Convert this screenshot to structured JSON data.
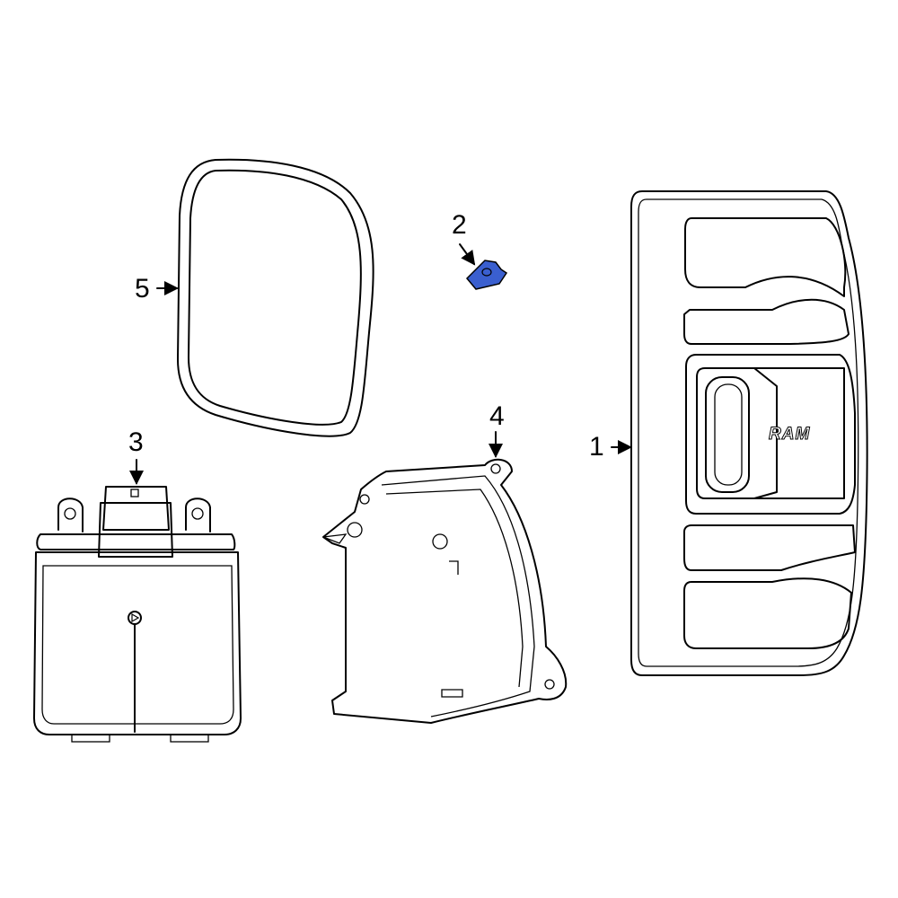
{
  "callouts": [
    {
      "number": "1",
      "part": "tail-lamp-assembly"
    },
    {
      "number": "2",
      "part": "nut-clip"
    },
    {
      "number": "3",
      "part": "control-module"
    },
    {
      "number": "4",
      "part": "lamp-housing"
    },
    {
      "number": "5",
      "part": "gasket"
    }
  ],
  "logo_text": "RAM",
  "colors": {
    "highlight": "#3a5fcf",
    "line": "#000000",
    "background": "#ffffff"
  }
}
